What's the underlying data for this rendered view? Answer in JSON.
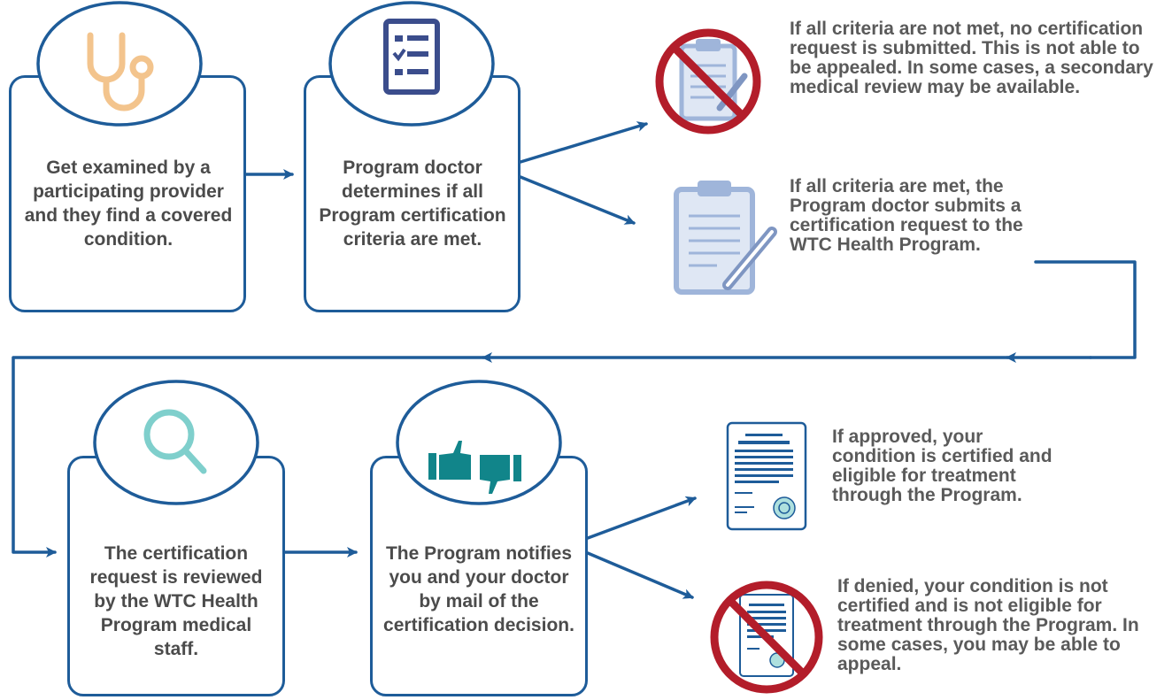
{
  "steps": [
    {
      "id": "exam",
      "text": "Get examined by a participating provider and they find a covered condition.",
      "icon": "stethoscope-icon"
    },
    {
      "id": "doctor-review",
      "text": "Program doctor determines if all Program certification criteria are met.",
      "icon": "checklist-icon"
    },
    {
      "id": "staff-review",
      "text": "The certification request is reviewed by the WTC Health Program medical staff.",
      "icon": "magnifying-glass-icon"
    },
    {
      "id": "notify",
      "text": "The Program notifies you and your doctor by mail of the certification decision.",
      "icon": "thumbs-up-down-icon"
    }
  ],
  "outcomes": {
    "criteria_not_met": {
      "text": "If all criteria are not met, no certification request is submitted. This is not able to be appealed. In some cases, a secondary medical review may be available.",
      "icon": "clipboard-prohibited-icon"
    },
    "criteria_met": {
      "text": "If all criteria are met, the Program doctor submits a certification request to the WTC Health Program.",
      "icon": "clipboard-pencil-icon"
    },
    "approved": {
      "text": "If approved, your condition is certified and eligible for treatment through the Program.",
      "icon": "certificate-icon"
    },
    "denied": {
      "text": "If denied, your condition is not certified and is not eligible for treatment through the Program. In some cases, you may be able to appeal.",
      "icon": "certificate-prohibited-icon"
    }
  },
  "colors": {
    "arrow": "#1e5c99",
    "box_border": "#1e5c99",
    "stethoscope": "#f3c48d",
    "checklist": "#3b4d8c",
    "magnifier": "#7fcfcc",
    "thumbs": "#11858a",
    "clipboard": "#9fb5da",
    "prohibit": "#b31d2a",
    "text": "#4b4b4b"
  }
}
